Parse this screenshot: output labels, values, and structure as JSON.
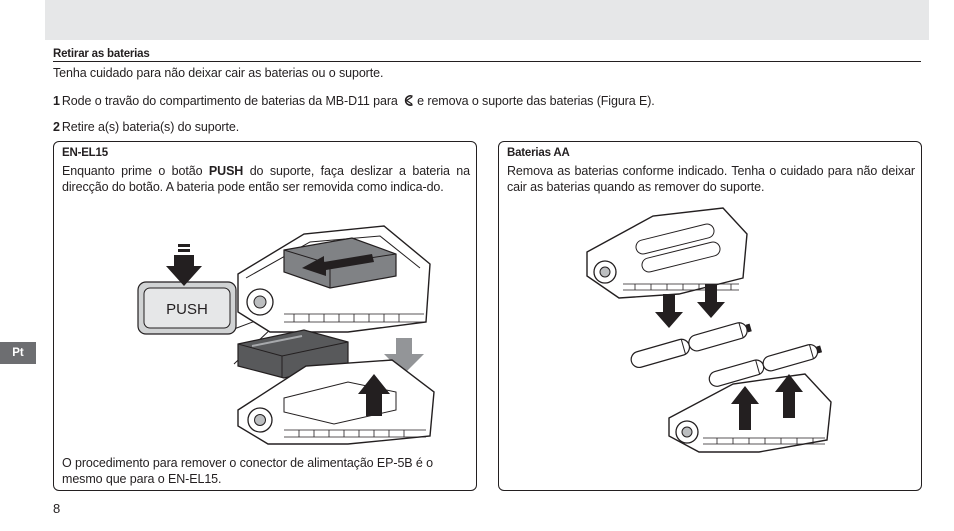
{
  "header_band": {
    "color": "#e6e7e8"
  },
  "section": {
    "heading": "Retirar as baterias",
    "intro": "Tenha cuidado para não deixar cair as baterias ou o suporte."
  },
  "steps": [
    {
      "number": "1",
      "text_before_icon": "Rode o travão do compartimento de baterias da MB-D11 para",
      "icon": "lever-icon",
      "text_after_icon": "e remova o suporte das baterias (Figura E)."
    },
    {
      "number": "2",
      "text": "Retire a(s) bateria(s) do suporte."
    }
  ],
  "panels": {
    "left": {
      "title": "EN-EL15",
      "body_before": "Enquanto prime o botão",
      "body_bold": "PUSH",
      "body_after": "do suporte, faça deslizar a bateria na direcção do botão. A bateria pode então ser removida como indica-do.",
      "illustration_label": "PUSH",
      "footer": "O procedimento para remover o conector de alimentação EP-5B é o mesmo que para o EN-EL15."
    },
    "right": {
      "title": "Baterias AA",
      "body": "Remova as baterias conforme indicado. Tenha o cuidado para não deixar cair as baterias quando as remover do suporte."
    }
  },
  "side_tab": {
    "label": "Pt",
    "color": "#6d6e71"
  },
  "page_number": "8"
}
